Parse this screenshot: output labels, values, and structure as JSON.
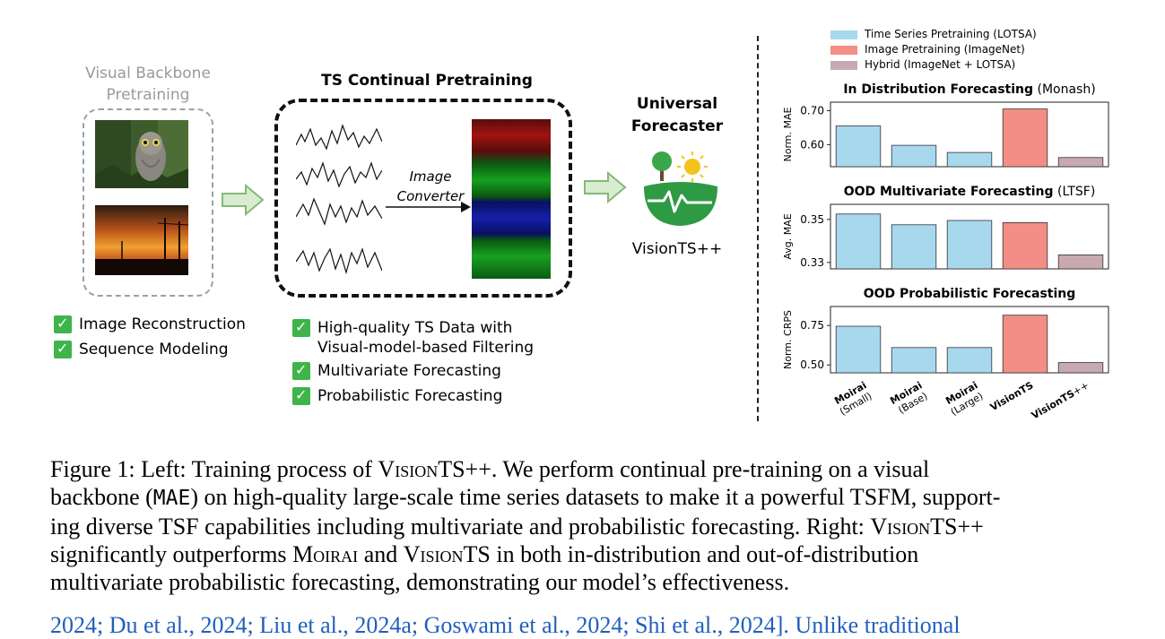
{
  "left": {
    "backbone_title_l1": "Visual Backbone",
    "backbone_title_l2": "Pretraining",
    "ts_title": "TS Continual Pretraining",
    "converter_l1": "Image",
    "converter_l2": "Converter",
    "universal_l1": "Universal",
    "universal_l2": "Forecaster",
    "logo_caption": "VisionTS++",
    "checks_left": [
      "Image Reconstruction",
      "Sequence Modeling"
    ],
    "checks_mid": [
      {
        "l1": "High-quality TS Data with",
        "l2": "Visual-model-based Filtering"
      },
      {
        "l1": "Multivariate Forecasting",
        "l2": ""
      },
      {
        "l1": "Probabilistic Forecasting",
        "l2": ""
      }
    ]
  },
  "legend": [
    {
      "label": "Time Series Pretraining (LOTSA)",
      "color": "#a8d8ee"
    },
    {
      "label": "Image Pretraining (ImageNet)",
      "color": "#f28e86"
    },
    {
      "label": "Hybrid (ImageNet + LOTSA)",
      "color": "#c9a9b0"
    }
  ],
  "chart_data": [
    {
      "type": "bar",
      "title": "In Distribution Forecasting",
      "title_suffix": "(Monash)",
      "ylabel": "Norm. MAE",
      "yticks": [
        "0.70",
        "0.60"
      ],
      "ylim": [
        0.535,
        0.725
      ],
      "categories": [
        "Moirai (Small)",
        "Moirai (Base)",
        "Moirai (Large)",
        "VisionTS",
        "VisionTS++"
      ],
      "values": [
        0.655,
        0.598,
        0.577,
        0.705,
        0.562
      ],
      "colors": [
        "#a8d8ee",
        "#a8d8ee",
        "#a8d8ee",
        "#f28e86",
        "#c9a9b0"
      ]
    },
    {
      "type": "bar",
      "title": "OOD Multivariate Forecasting",
      "title_suffix": "(LTSF)",
      "ylabel": "Avg. MAE",
      "yticks": [
        "0.35",
        "0.33"
      ],
      "ylim": [
        0.327,
        0.357
      ],
      "categories": [
        "Moirai (Small)",
        "Moirai (Base)",
        "Moirai (Large)",
        "VisionTS",
        "VisionTS++"
      ],
      "values": [
        0.3525,
        0.3475,
        0.3495,
        0.3485,
        0.3335
      ],
      "colors": [
        "#a8d8ee",
        "#a8d8ee",
        "#a8d8ee",
        "#f28e86",
        "#c9a9b0"
      ]
    },
    {
      "type": "bar",
      "title": "OOD Probabilistic Forecasting",
      "title_suffix": "",
      "ylabel": "Norm. CRPS",
      "yticks": [
        "0.75",
        "0.50"
      ],
      "ylim": [
        0.45,
        0.87
      ],
      "categories": [
        "Moirai (Small)",
        "Moirai (Base)",
        "Moirai (Large)",
        "VisionTS",
        "VisionTS++"
      ],
      "values": [
        0.745,
        0.61,
        0.61,
        0.815,
        0.515
      ],
      "colors": [
        "#a8d8ee",
        "#a8d8ee",
        "#a8d8ee",
        "#f28e86",
        "#c9a9b0"
      ]
    }
  ],
  "xlabels": [
    {
      "bold": "Moirai",
      "sub": "(Small)"
    },
    {
      "bold": "Moirai",
      "sub": "(Base)"
    },
    {
      "bold": "Moirai",
      "sub": "(Large)"
    },
    {
      "bold": "VisionTS",
      "sub": ""
    },
    {
      "bold": "VisionTS",
      "sub": "++"
    }
  ],
  "caption": {
    "fig": "Figure 1: Left: Training process of ",
    "vts": "VisionTS++",
    "p1": ". We perform continual pre-training on a visual",
    "l2a": "backbone (",
    "mae": "MAE",
    "l2b": ") on high-quality large-scale time series datasets to make it a powerful TSFM, support-",
    "l3a": "ing diverse TSF capabilities including multivariate and probabilistic forecasting. Right: ",
    "vts2": "VisionTS++",
    "l4a": "significantly outperforms ",
    "moirai": "Moirai",
    "l4b": " and ",
    "visionts": "VisionTS",
    "l4c": " in both in-distribution and out-of-distribution",
    "l5": "multivariate probabilistic forecasting, demonstrating our model’s effectiveness."
  },
  "cutoff_text": "2024; Du et al., 2024; Liu et al., 2024a; Goswami et al., 2024; Shi et al., 2024]. Unlike traditional"
}
